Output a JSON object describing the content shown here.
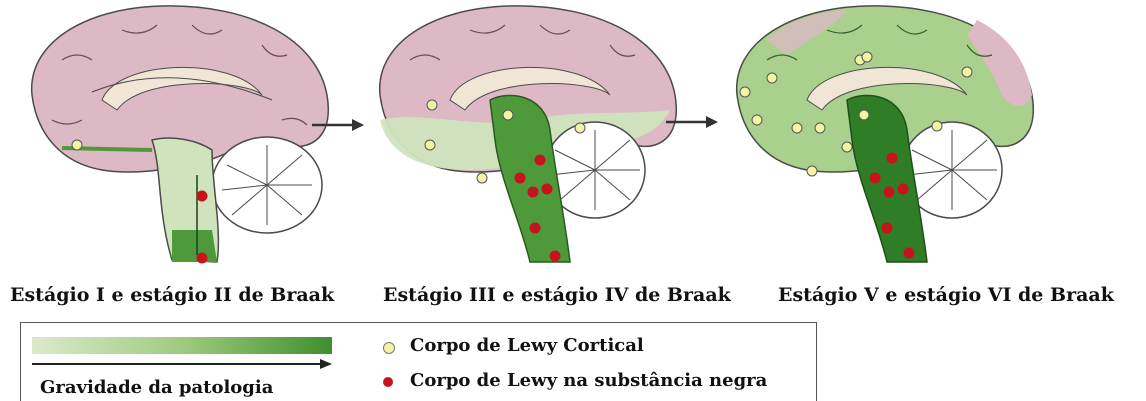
{
  "stages": [
    {
      "label": "Estágio I e estágio II de Braak"
    },
    {
      "label": "Estágio III e estágio IV de Braak"
    },
    {
      "label": "Estágio V e estágio VI de Braak"
    }
  ],
  "legend": {
    "gradient_label": "Gravidade da patologia",
    "cortical_label": "Corpo de Lewy Cortical",
    "nigral_label": "Corpo de Lewy na substância negra"
  },
  "colors": {
    "cortex": "#dcb9c4",
    "cortex_light_green": "#cfe4bd",
    "cortex_mid_green": "#a9d08c",
    "brainstem_green": "#4e9a3a",
    "dark_green": "#2f7d26",
    "cortical_body": "#f3f3a6",
    "nigral_body": "#c8121c",
    "outline": "#4b4b4b"
  }
}
